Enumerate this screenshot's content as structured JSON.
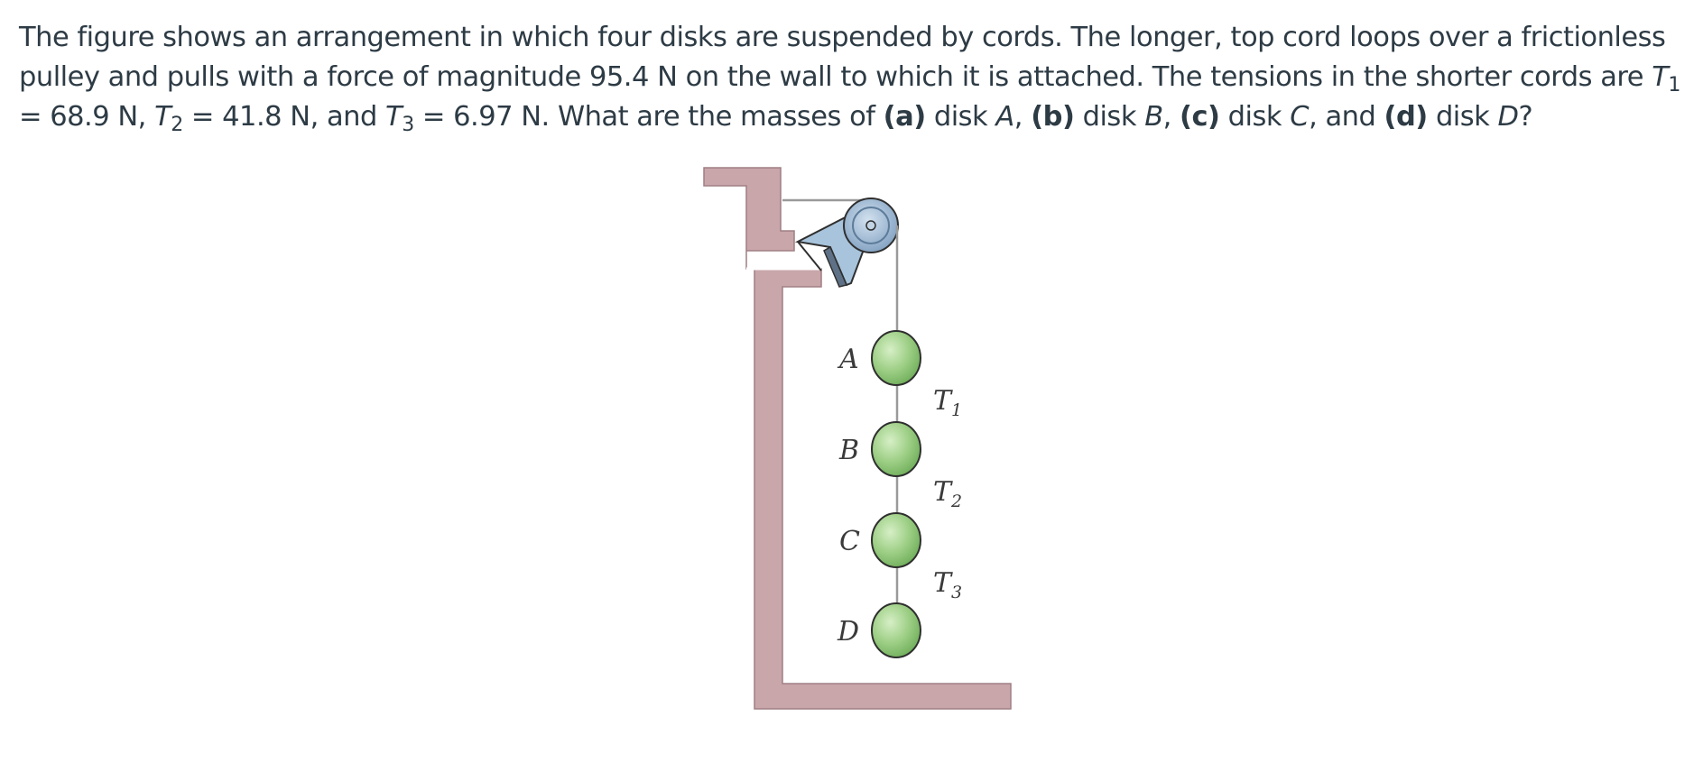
{
  "problem": {
    "s1": "The figure shows an arrangement in which four disks are suspended by cords. The longer, top cord loops over a frictionless pulley and pulls with a force of magnitude 95.4 N on the wall to which it is attached. The tensions in the shorter cords are ",
    "t1_sym": "T",
    "t1_sub": "1",
    "t1_val": " = 68.9 N, ",
    "t2_sym": "T",
    "t2_sub": "2",
    "t2_val": " = 41.8 N, and ",
    "t3_sym": "T",
    "t3_sub": "3",
    "t3_val": " = 6.97 N. What are the masses of ",
    "a_tag": "(a)",
    "a_text": " disk ",
    "a_var": "A",
    "a_sep": ", ",
    "b_tag": "(b)",
    "b_text": " disk ",
    "b_var": "B",
    "b_sep": ", ",
    "c_tag": "(c)",
    "c_text": " disk ",
    "c_var": "C",
    "c_sep": ", and ",
    "d_tag": "(d)",
    "d_text": " disk ",
    "d_var": "D",
    "end": "?"
  },
  "figure": {
    "disk_labels": [
      "A",
      "B",
      "C",
      "D"
    ],
    "tension_symbol": "T",
    "tension_subscripts": [
      "1",
      "2",
      "3"
    ],
    "colors": {
      "wall": "#c9a6aa",
      "disk": "#9ecf86",
      "disk_outline": "#3a3a3a",
      "pulley": "#7f9fc0",
      "bracket": "#a8c4dc",
      "cord": "#8e8e8e"
    }
  }
}
